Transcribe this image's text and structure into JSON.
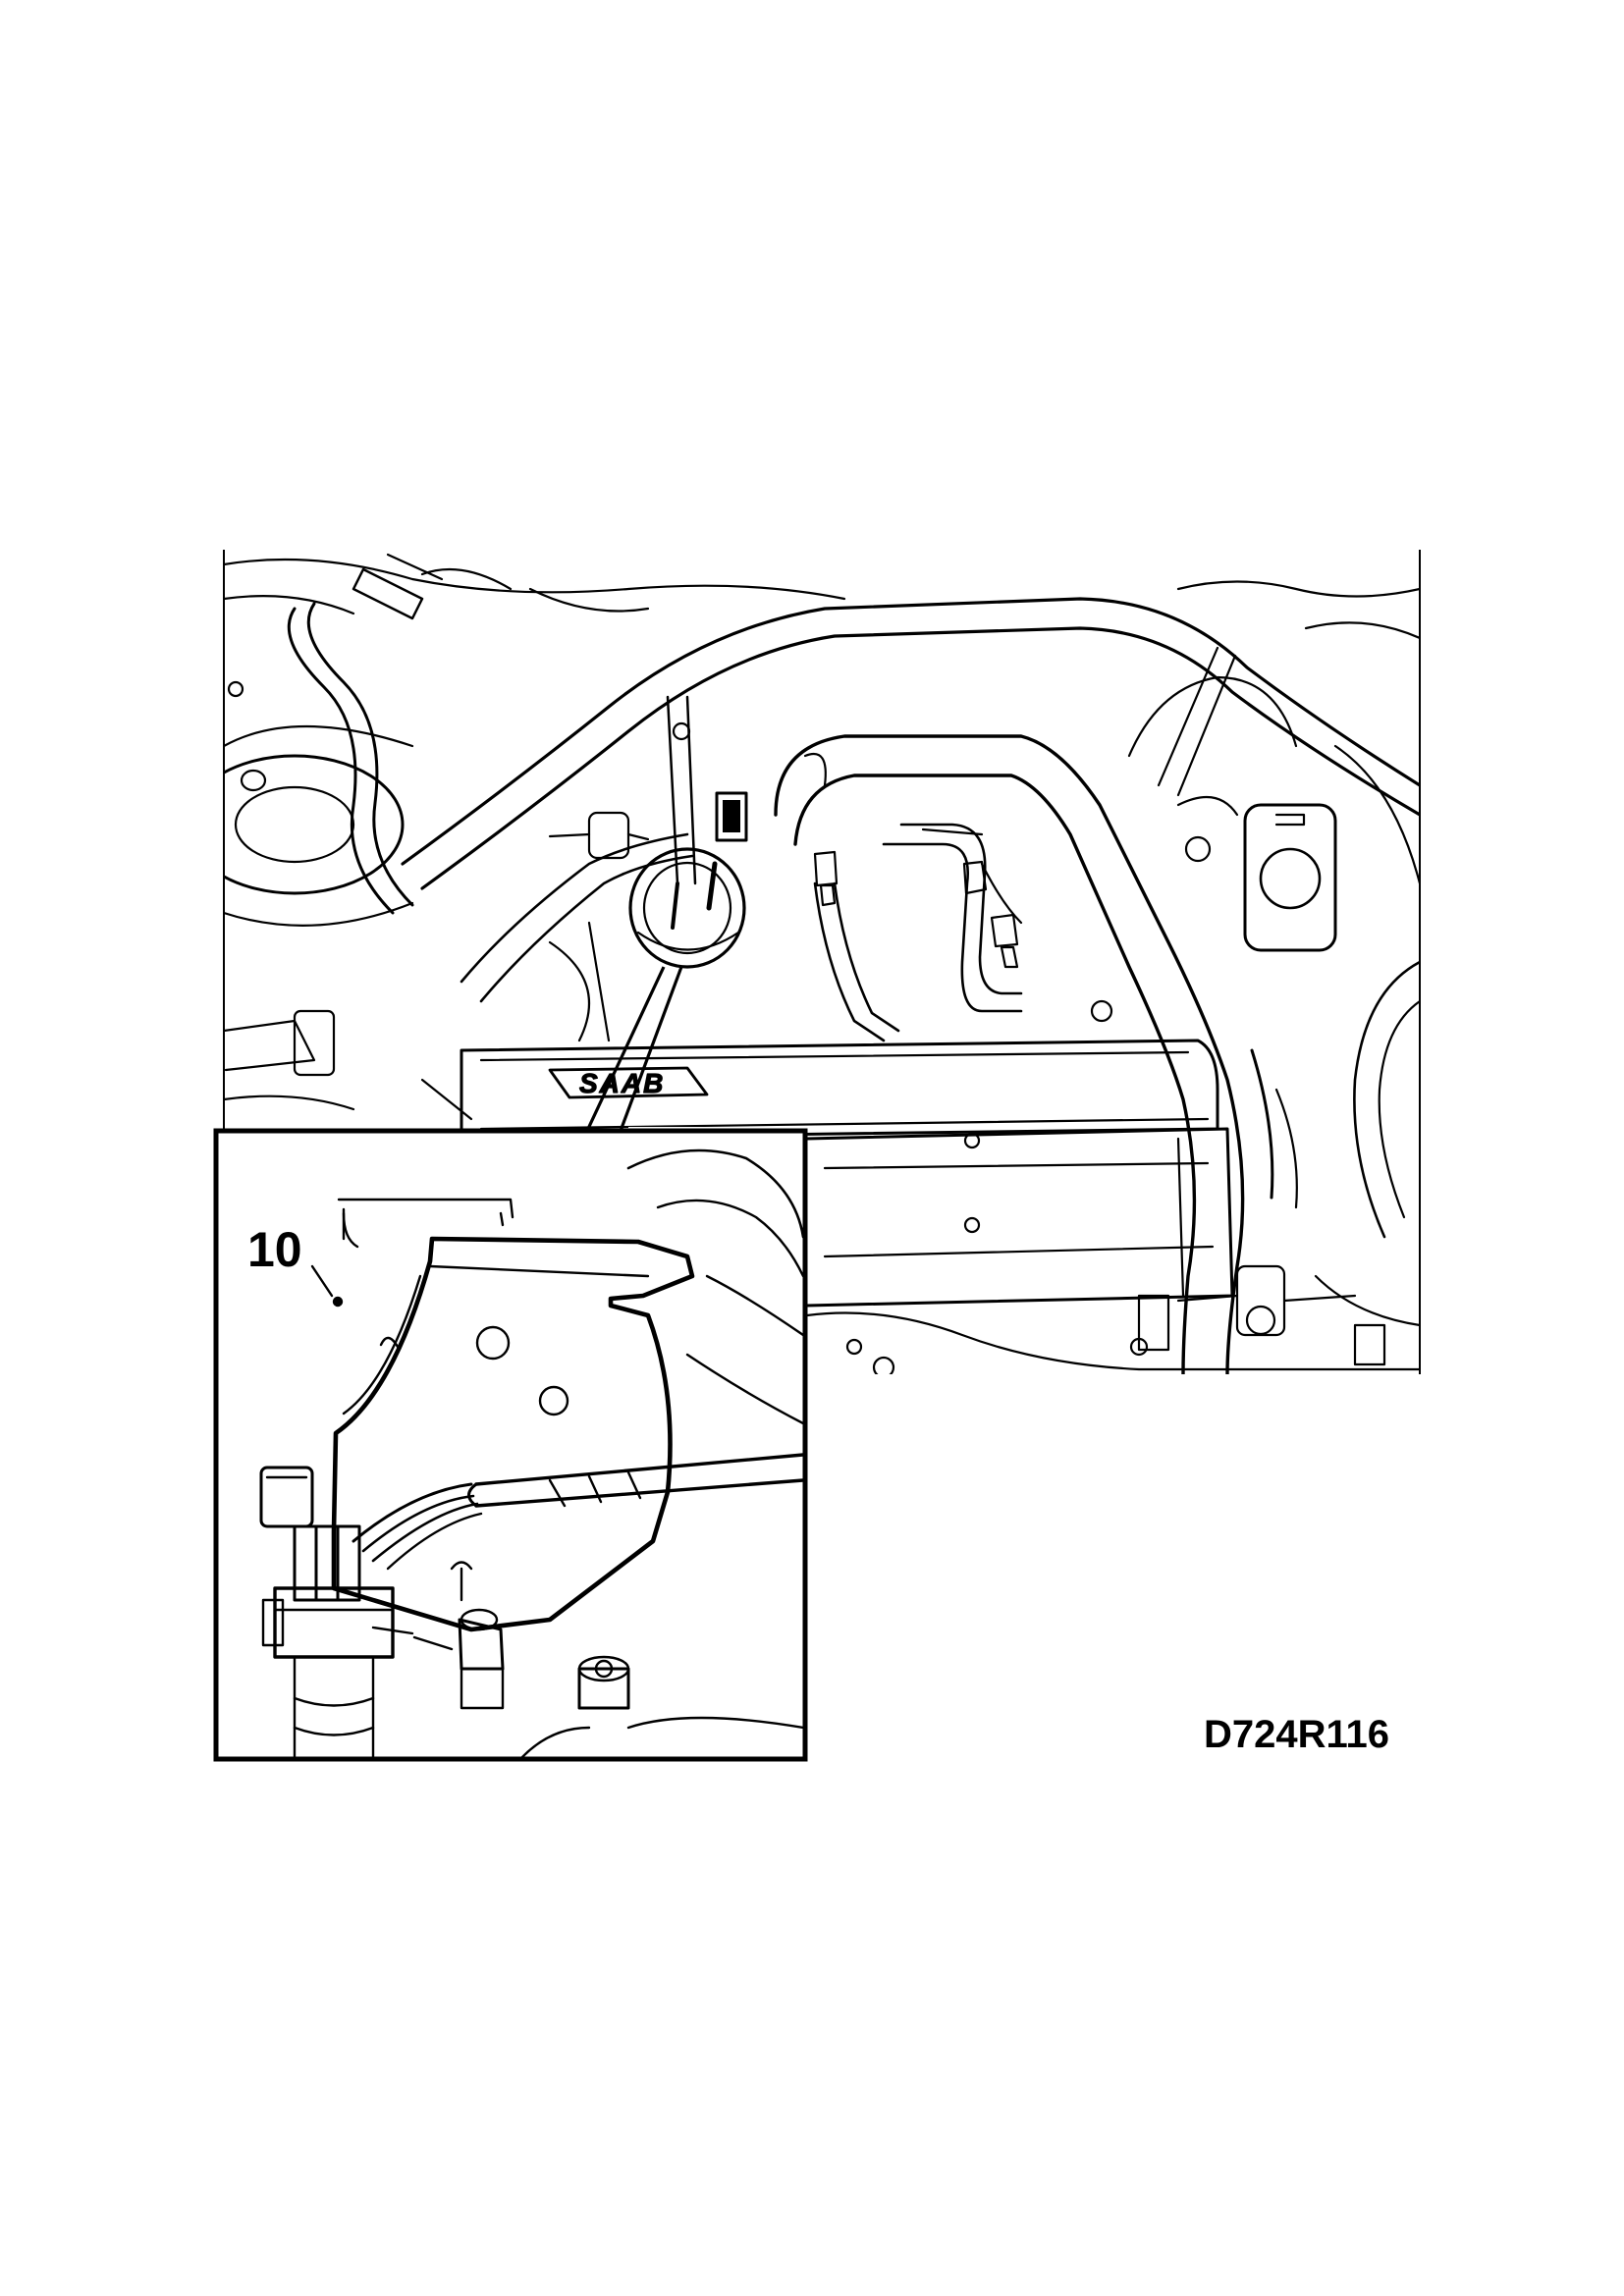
{
  "figure": {
    "code": "D724R116",
    "badge_text": "SAAB",
    "callouts": [
      {
        "number": "10"
      }
    ]
  },
  "colors": {
    "ink": "#000000",
    "paper": "#ffffff"
  }
}
